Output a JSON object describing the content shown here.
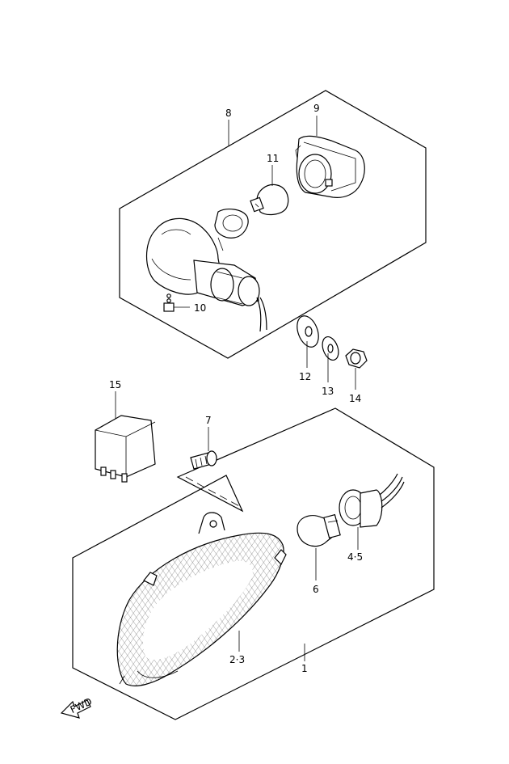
{
  "callouts": {
    "c1": "1",
    "c2_3": "2·3",
    "c4_5": "4·5",
    "c6": "6",
    "c7": "7",
    "c8": "8",
    "c9": "9",
    "c10": "10",
    "c11": "11",
    "c12": "12",
    "c13": "13",
    "c14": "14",
    "c15": "15"
  },
  "fwd_label": "FWD"
}
